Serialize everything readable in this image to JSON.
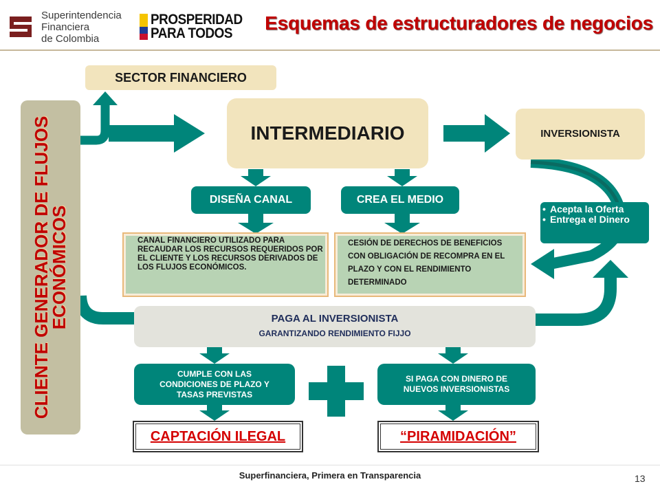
{
  "header": {
    "logo_sfc": {
      "line1": "Superintendencia",
      "line2": "Financiera",
      "line3": "de Colombia"
    },
    "logo_pp": {
      "line1": "PROSPERIDAD",
      "line2": "PARA TODOS"
    },
    "title": "Esquemas de estructuradores de negocios"
  },
  "diagram": {
    "sector_financiero": "SECTOR FINANCIERO",
    "intermediario": "INTERMEDIARIO",
    "inversionista": "INVERSIONISTA",
    "cliente": {
      "line1": "CLIENTE GENERADOR DE FLUJOS",
      "line2": "ECONÓMICOS"
    },
    "disena_canal": "DISEÑA CANAL",
    "crea_medio": "CREA EL MEDIO",
    "canal_text": "CANAL FINANCIERO UTILIZADO PARA RECAUDAR LOS RECURSOS REQUERIDOS POR EL CLIENTE Y LOS RECURSOS DERIVADOS DE LOS FLUJOS ECONÓMICOS.",
    "cesion_text": "CESIÓN DE DERECHOS DE BENEFICIOS CON OBLIGACIÓN DE RECOMPRA EN EL PLAZO Y CON EL RENDIMIENTO DETERMINADO",
    "acepta_items": [
      "Acepta la Oferta",
      "Entrega el Dinero"
    ],
    "paga": {
      "line1": "PAGA AL INVERSIONISTA",
      "line2": "GARANTIZANDO RENDIMIENTO FIJJO"
    },
    "cumple": "CUMPLE CON LAS CONDICIONES DE PLAZO Y TASAS PREVISTAS",
    "si_paga": "SI PAGA CON DINERO DE NUEVOS INVERSIONISTAS",
    "captacion": "CAPTACIÓN ILEGAL",
    "piramidacion": "“PIRAMIDACIÓN”"
  },
  "colors": {
    "teal": "#00857a",
    "tan": "#f2e4bd",
    "title_red": "#c00000",
    "sage": "#c3bfa2"
  },
  "footer": {
    "text": "Superfinanciera, Primera en Transparencia",
    "page_number": "13"
  }
}
